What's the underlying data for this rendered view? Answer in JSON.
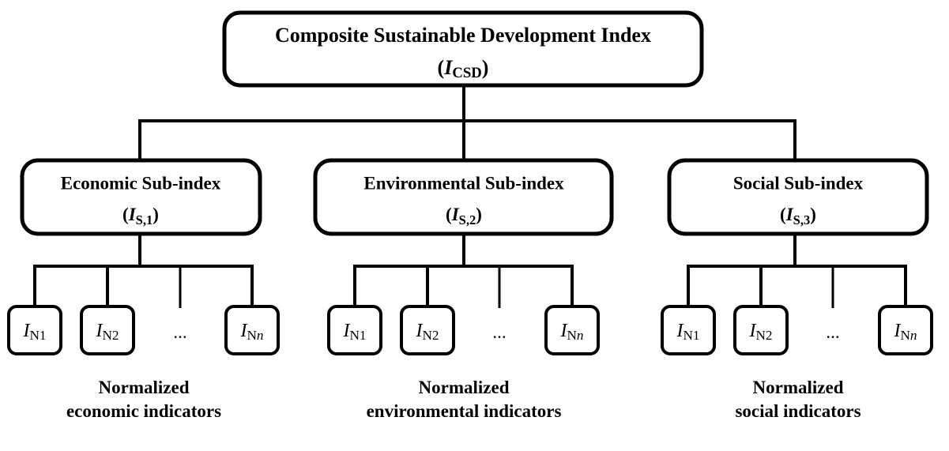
{
  "diagram": {
    "title": "Composite Sustainable Development Index hierarchy",
    "type": "tree-hierarchy",
    "levels": 3,
    "background_color": "#ffffff",
    "line_color": "#000000",
    "box_fill": "#ffffff"
  },
  "root": {
    "label_line1": "Composite Sustainable Development Index",
    "symbol_base": "I",
    "symbol_subscript": "CSD",
    "symbol_display": "(I_CSD)"
  },
  "subindices": [
    {
      "id": "economic",
      "label": "Economic Sub-index",
      "symbol_base": "I",
      "symbol_subscript": "S,1",
      "symbol_display": "(I_S,1)",
      "caption_line1": "Normalized",
      "caption_line2": "economic indicators",
      "ellipsis": "...",
      "leaves": [
        {
          "symbol_base": "I",
          "symbol_subscript": "N1",
          "subscript_italic_tail": "",
          "display": "I_N1"
        },
        {
          "symbol_base": "I",
          "symbol_subscript": "N2",
          "subscript_italic_tail": "",
          "display": "I_N2"
        },
        {
          "symbol_base": "I",
          "symbol_subscript": "N",
          "subscript_italic_tail": "n",
          "display": "I_Nn"
        }
      ]
    },
    {
      "id": "environmental",
      "label": "Environmental Sub-index",
      "symbol_base": "I",
      "symbol_subscript": "S,2",
      "symbol_display": "(I_S,2)",
      "caption_line1": "Normalized",
      "caption_line2": "environmental indicators",
      "ellipsis": "...",
      "leaves": [
        {
          "symbol_base": "I",
          "symbol_subscript": "N1",
          "subscript_italic_tail": "",
          "display": "I_N1"
        },
        {
          "symbol_base": "I",
          "symbol_subscript": "N2",
          "subscript_italic_tail": "",
          "display": "I_N2"
        },
        {
          "symbol_base": "I",
          "symbol_subscript": "N",
          "subscript_italic_tail": "n",
          "display": "I_Nn"
        }
      ]
    },
    {
      "id": "social",
      "label": "Social Sub-index",
      "symbol_base": "I",
      "symbol_subscript": "S,3",
      "symbol_display": "(I_S,3)",
      "caption_line1": "Normalized",
      "caption_line2": "social indicators",
      "ellipsis": "...",
      "leaves": [
        {
          "symbol_base": "I",
          "symbol_subscript": "N1",
          "subscript_italic_tail": "",
          "display": "I_N1"
        },
        {
          "symbol_base": "I",
          "symbol_subscript": "N2",
          "subscript_italic_tail": "",
          "display": "I_N2"
        },
        {
          "symbol_base": "I",
          "symbol_subscript": "N",
          "subscript_italic_tail": "n",
          "display": "I_Nn"
        }
      ]
    }
  ],
  "paren": {
    "open": "(",
    "close": ")"
  }
}
